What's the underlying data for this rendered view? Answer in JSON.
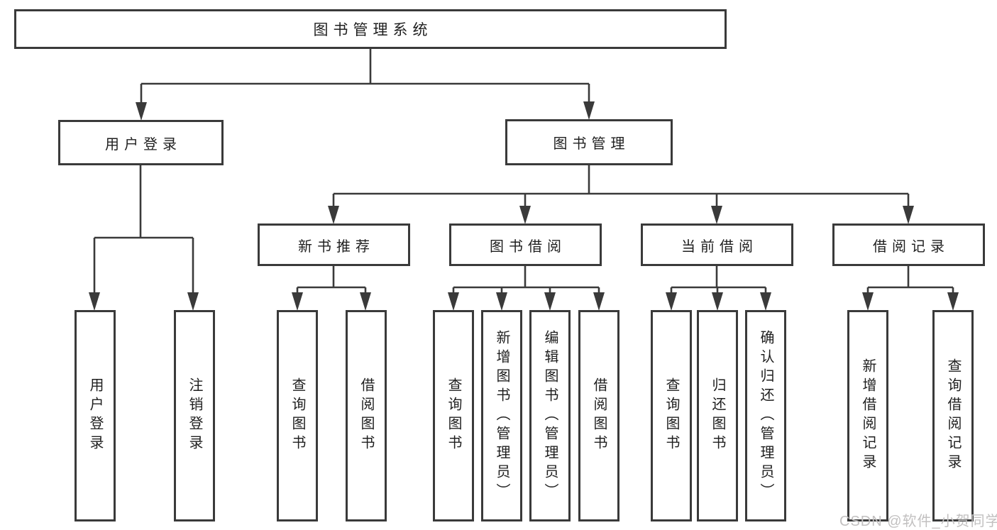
{
  "tree": {
    "root": {
      "label": "图书管理系统"
    },
    "login": {
      "label": "用户登录",
      "children": [
        {
          "label": "用户登录"
        },
        {
          "label": "注销登录"
        }
      ]
    },
    "manage": {
      "label": "图书管理",
      "groups": [
        {
          "label": "新书推荐",
          "children": [
            {
              "label": "查询图书"
            },
            {
              "label": "借阅图书"
            }
          ]
        },
        {
          "label": "图书借阅",
          "children": [
            {
              "label": "查询图书"
            },
            {
              "label": "新增图书（管理员）"
            },
            {
              "label": "编辑图书（管理员）"
            },
            {
              "label": "借阅图书"
            }
          ]
        },
        {
          "label": "当前借阅",
          "children": [
            {
              "label": "查询图书"
            },
            {
              "label": "归还图书"
            },
            {
              "label": "确认归还（管理员）"
            }
          ]
        },
        {
          "label": "借阅记录",
          "children": [
            {
              "label": "新增借阅记录"
            },
            {
              "label": "查询借阅记录"
            }
          ]
        }
      ]
    }
  },
  "watermark": {
    "text": "CSDN @软件_小贺同学"
  },
  "colors": {
    "line": "#3a3a3a",
    "box_border": "#3a3a3a",
    "text": "#1f1f1f",
    "watermark": "#c2c0c0",
    "background": "#ffffff"
  }
}
